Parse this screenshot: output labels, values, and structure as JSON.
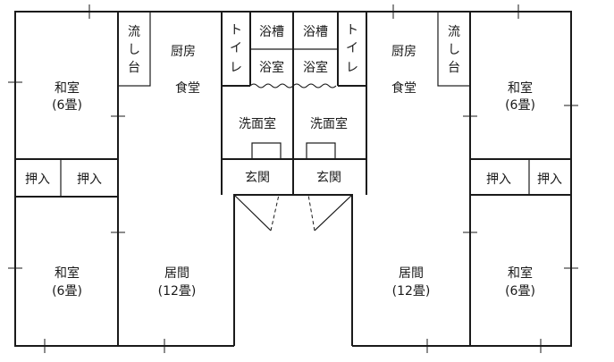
{
  "rooms": {
    "left_washitsu_top": "和室",
    "left_washitsu_top_size": "(6畳)",
    "left_washitsu_bottom": "和室",
    "left_washitsu_bottom_size": "(6畳)",
    "left_oshiire_1": "押入",
    "left_oshiire_2": "押入",
    "left_nagashidai_1": "流",
    "left_nagashidai_2": "し",
    "left_nagashidai_3": "台",
    "left_kitchen": "厨房",
    "left_dining": "食堂",
    "left_living": "居間",
    "left_living_size": "(12畳)",
    "left_toilet_1": "ト",
    "left_toilet_2": "イ",
    "left_toilet_3": "レ",
    "left_bath_1": "浴槽",
    "left_bath_2": "浴室",
    "left_washroom": "洗面室",
    "left_entrance": "玄関",
    "right_bath_1": "浴槽",
    "right_bath_2": "浴室",
    "right_toilet_1": "ト",
    "right_toilet_2": "イ",
    "right_toilet_3": "レ",
    "right_washroom": "洗面室",
    "right_entrance": "玄関",
    "right_kitchen": "厨房",
    "right_dining": "食堂",
    "right_living": "居間",
    "right_living_size": "(12畳)",
    "right_nagashidai_1": "流",
    "right_nagashidai_2": "し",
    "right_nagashidai_3": "台",
    "right_washitsu_top": "和室",
    "right_washitsu_top_size": "(6畳)",
    "right_oshiire_1": "押入",
    "right_oshiire_2": "押入",
    "right_washitsu_bottom": "和室",
    "right_washitsu_bottom_size": "(6畳)"
  }
}
